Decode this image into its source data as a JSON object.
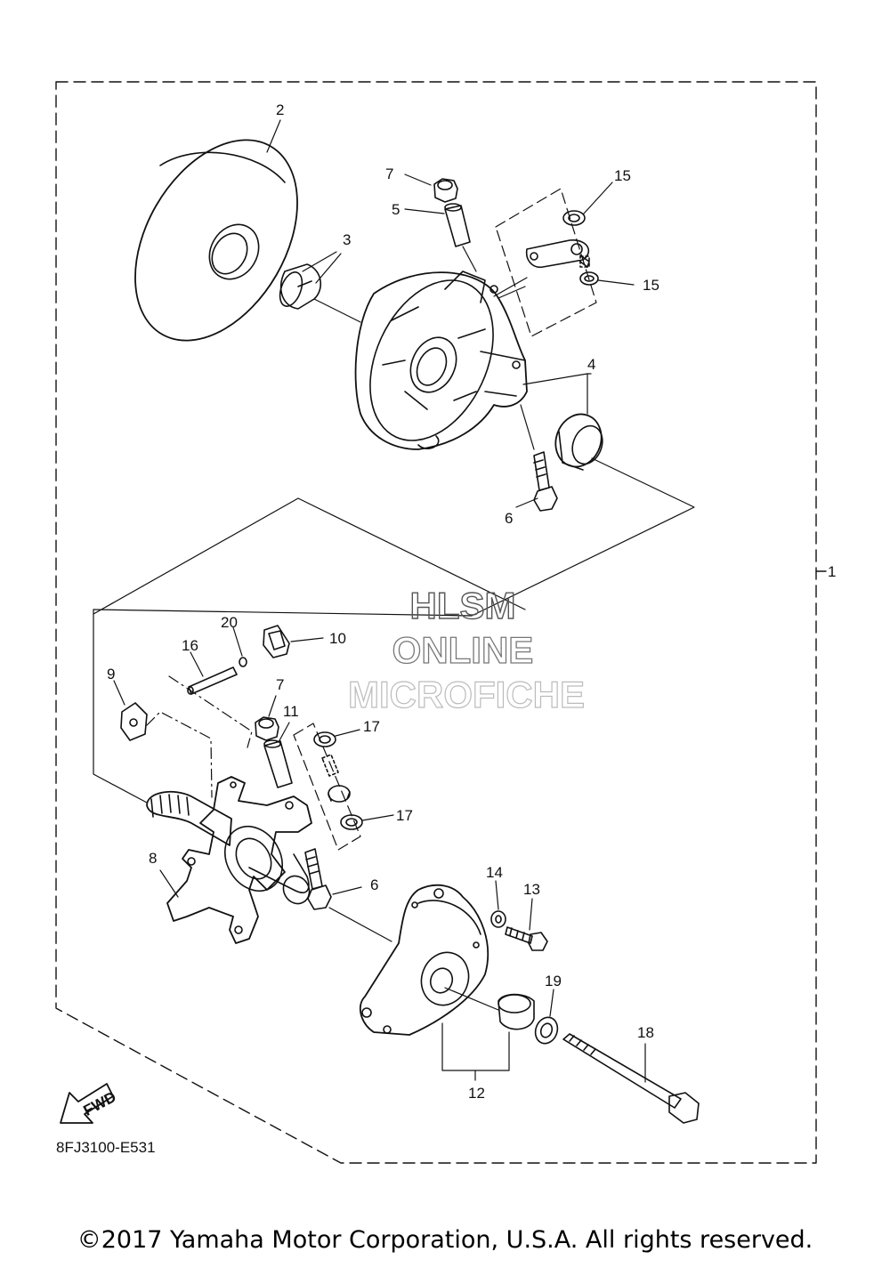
{
  "diagram": {
    "callouts": [
      {
        "id": "c1",
        "label": "1"
      },
      {
        "id": "c2",
        "label": "2"
      },
      {
        "id": "c3",
        "label": "3"
      },
      {
        "id": "c4",
        "label": "4"
      },
      {
        "id": "c5",
        "label": "5"
      },
      {
        "id": "c6a",
        "label": "6"
      },
      {
        "id": "c6b",
        "label": "6"
      },
      {
        "id": "c7a",
        "label": "7"
      },
      {
        "id": "c7b",
        "label": "7"
      },
      {
        "id": "c8",
        "label": "8"
      },
      {
        "id": "c9",
        "label": "9"
      },
      {
        "id": "c10",
        "label": "10"
      },
      {
        "id": "c11",
        "label": "11"
      },
      {
        "id": "c12",
        "label": "12"
      },
      {
        "id": "c13",
        "label": "13"
      },
      {
        "id": "c14",
        "label": "14"
      },
      {
        "id": "c15a",
        "label": "15"
      },
      {
        "id": "c15b",
        "label": "15"
      },
      {
        "id": "c16",
        "label": "16"
      },
      {
        "id": "c17a",
        "label": "17"
      },
      {
        "id": "c17b",
        "label": "17"
      },
      {
        "id": "c18",
        "label": "18"
      },
      {
        "id": "c19",
        "label": "19"
      },
      {
        "id": "c20",
        "label": "20"
      }
    ],
    "fwd_label": "FWD",
    "diagram_code": "8FJ3100-E531",
    "watermark": {
      "line1": "HLSM",
      "line2": "ONLINE",
      "line3": "MICROFICHE"
    }
  },
  "footer": {
    "copyright": "©2017 Yamaha Motor Corporation, U.S.A. All rights reserved."
  }
}
